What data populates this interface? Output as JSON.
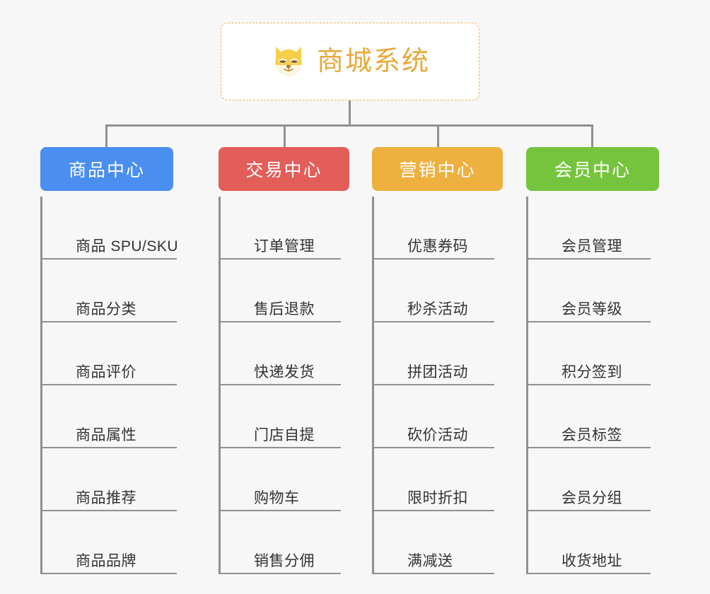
{
  "page": {
    "background_color": "#f7f7f7",
    "connector_color": "#909090"
  },
  "root": {
    "title": "商城系统",
    "icon": "dog-face-icon",
    "title_color": "#e8a93a",
    "border_color": "#e9b456",
    "background_color": "#ffffff"
  },
  "columns": [
    {
      "header": "商品中心",
      "color": "#4a8ef0",
      "items": [
        "商品 SPU/SKU",
        "商品分类",
        "商品评价",
        "商品属性",
        "商品推荐",
        "商品品牌"
      ]
    },
    {
      "header": "交易中心",
      "color": "#e35d59",
      "items": [
        "订单管理",
        "售后退款",
        "快递发货",
        "门店自提",
        "购物车",
        "销售分佣"
      ]
    },
    {
      "header": "营销中心",
      "color": "#eeb03e",
      "items": [
        "优惠券码",
        "秒杀活动",
        "拼团活动",
        "砍价活动",
        "限时折扣",
        "满减送"
      ]
    },
    {
      "header": "会员中心",
      "color": "#76c43e",
      "items": [
        "会员管理",
        "会员等级",
        "积分签到",
        "会员标签",
        "会员分组",
        "收货地址"
      ]
    }
  ]
}
